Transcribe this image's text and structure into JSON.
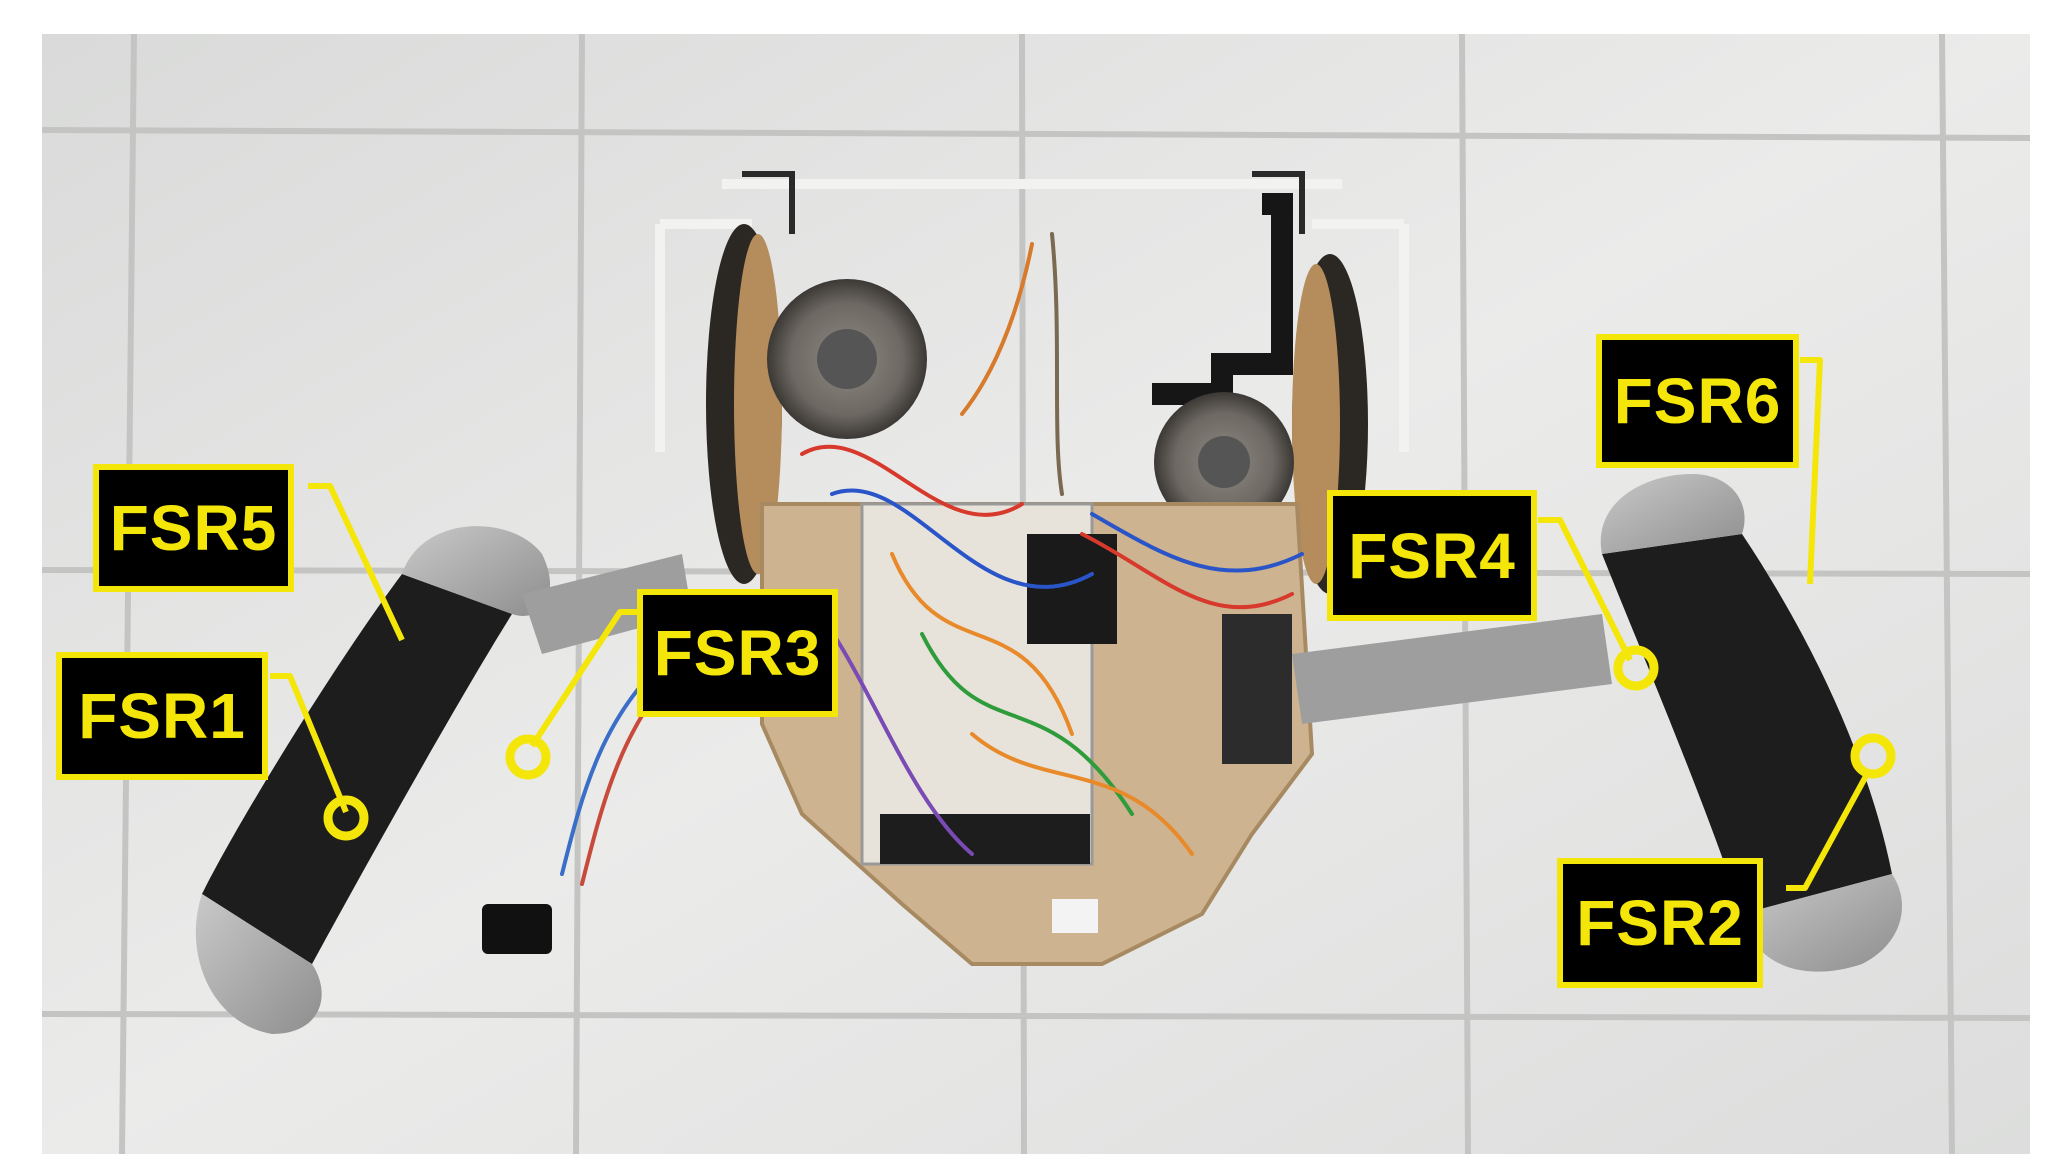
{
  "figure": {
    "description_colors": {
      "callout": "#f5e60a",
      "callout_fill": "#000000",
      "floor": "#e6e7e6",
      "grout": "#c9cac8",
      "handle_grip": "#b9b9b9",
      "tape": "#1b1b1b",
      "board": "#cdb38f"
    },
    "labels": {
      "fsr1": "FSR1",
      "fsr2": "FSR2",
      "fsr3": "FSR3",
      "fsr4": "FSR4",
      "fsr5": "FSR5",
      "fsr6": "FSR6"
    }
  }
}
